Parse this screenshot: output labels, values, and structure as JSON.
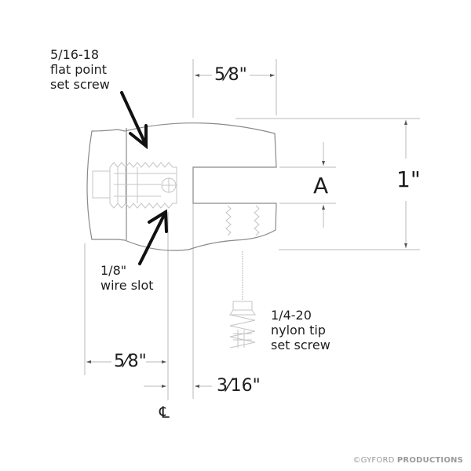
{
  "diagram": {
    "title": "Wire clamp fitting technical drawing",
    "callouts": {
      "top_screw": "5/16-18\nflat point\nset screw",
      "wire_slot": "1/8\"\nwire slot",
      "bottom_screw": "1/4-20\nnylon tip\nset screw"
    },
    "dimensions": {
      "top_width": "5⁄8\"",
      "slot_height": "A",
      "overall_height": "1\"",
      "left_to_centerline": "5⁄8\"",
      "centerline_offset": "3⁄16\""
    },
    "centerline_symbol": "℄",
    "credit": {
      "prefix": "©GYFORD ",
      "brand": "PRODUCTIONS"
    },
    "colors": {
      "outline": "#8c8c8c",
      "thread": "#c4c4c4",
      "dimension_line": "#b0b0b0",
      "arrow": "#111111",
      "text": "#1e1e1e",
      "credit": "#9a9a9a"
    }
  }
}
